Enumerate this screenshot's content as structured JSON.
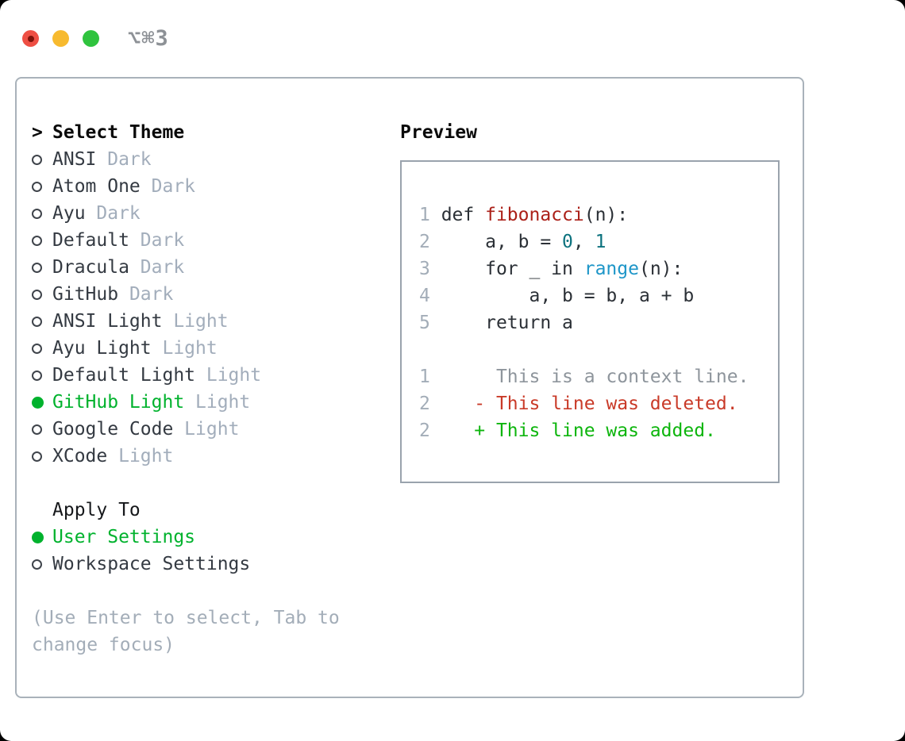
{
  "window": {
    "title": "⌥⌘3",
    "traffic_lights": [
      {
        "name": "close",
        "color": "#ee4f44"
      },
      {
        "name": "minimize",
        "color": "#f7ba2f"
      },
      {
        "name": "zoom",
        "color": "#2fc33e"
      }
    ]
  },
  "theme_panel": {
    "header": {
      "prompt": ">",
      "label": "Select Theme"
    },
    "themes": [
      {
        "label": "ANSI",
        "variant": "Dark",
        "selected": false
      },
      {
        "label": "Atom One",
        "variant": "Dark",
        "selected": false
      },
      {
        "label": "Ayu",
        "variant": "Dark",
        "selected": false
      },
      {
        "label": "Default",
        "variant": "Dark",
        "selected": false
      },
      {
        "label": "Dracula",
        "variant": "Dark",
        "selected": false
      },
      {
        "label": "GitHub",
        "variant": "Dark",
        "selected": false
      },
      {
        "label": "ANSI Light",
        "variant": "Light",
        "selected": false
      },
      {
        "label": "Ayu Light",
        "variant": "Light",
        "selected": false
      },
      {
        "label": "Default Light",
        "variant": "Light",
        "selected": false
      },
      {
        "label": "GitHub Light",
        "variant": "Light",
        "selected": true
      },
      {
        "label": "Google Code",
        "variant": "Light",
        "selected": false
      },
      {
        "label": "XCode",
        "variant": "Light",
        "selected": false
      }
    ],
    "apply_to": {
      "label": "Apply To",
      "options": [
        {
          "label": "User Settings",
          "selected": true
        },
        {
          "label": "Workspace Settings",
          "selected": false
        }
      ]
    },
    "hint_lines": [
      "(Use Enter to select, Tab to",
      "change focus)"
    ]
  },
  "preview": {
    "header": "Preview",
    "code_lines": [
      [
        {
          "t": "1 ",
          "c": "num"
        },
        {
          "t": "def ",
          "c": "pln"
        },
        {
          "t": "fibonacci",
          "c": "func"
        },
        {
          "t": "(n):",
          "c": "pln"
        }
      ],
      [
        {
          "t": "2 ",
          "c": "num"
        },
        {
          "t": "    a, b = ",
          "c": "pln"
        },
        {
          "t": "0",
          "c": "lit"
        },
        {
          "t": ", ",
          "c": "pln"
        },
        {
          "t": "1",
          "c": "lit"
        }
      ],
      [
        {
          "t": "3 ",
          "c": "num"
        },
        {
          "t": "    for _ in ",
          "c": "pln"
        },
        {
          "t": "range",
          "c": "builtin"
        },
        {
          "t": "(n):",
          "c": "pln"
        }
      ],
      [
        {
          "t": "4 ",
          "c": "num"
        },
        {
          "t": "        a, b = b, a + b",
          "c": "pln"
        }
      ],
      [
        {
          "t": "5 ",
          "c": "num"
        },
        {
          "t": "    return a",
          "c": "pln"
        }
      ],
      [],
      [
        {
          "t": "1 ",
          "c": "num"
        },
        {
          "t": "     This is a context line.",
          "c": "ctx"
        }
      ],
      [
        {
          "t": "2 ",
          "c": "num"
        },
        {
          "t": "   - This line was deleted.",
          "c": "del"
        }
      ],
      [
        {
          "t": "2 ",
          "c": "num"
        },
        {
          "t": "   + This line was added.",
          "c": "add"
        }
      ]
    ]
  },
  "colors": {
    "selection_green": "#00b22d",
    "added_green": "#0db50d",
    "deleted_red": "#c93a28",
    "function_red": "#ab2018",
    "number_literal_teal": "#0c727e",
    "builtin_blue": "#1e96c8",
    "line_number_gray": "#a3adb8",
    "context_gray": "#8e959c",
    "variant_gray": "#a2adbb",
    "text_dark": "#343a42",
    "panel_border": "#a9b2ba",
    "preview_border": "#9aa3ad",
    "titlebar_text": "#8d9196"
  }
}
